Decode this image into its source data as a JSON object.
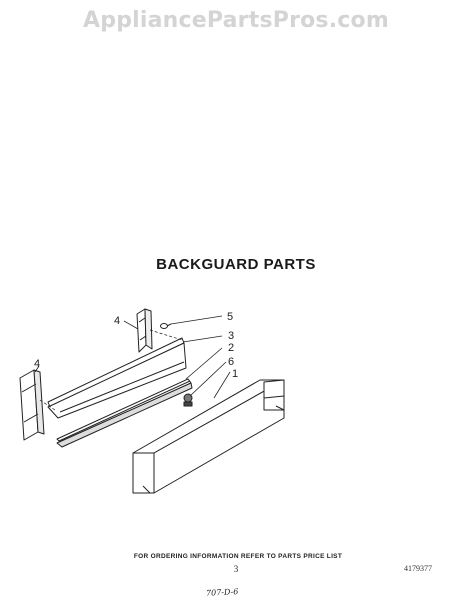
{
  "watermark": "AppliancePartsPros.com",
  "title": "BACKGUARD PARTS",
  "callouts": [
    {
      "id": "c4a",
      "label": "4"
    },
    {
      "id": "c5",
      "label": "5"
    },
    {
      "id": "c3",
      "label": "3"
    },
    {
      "id": "c2",
      "label": "2"
    },
    {
      "id": "c6",
      "label": "6"
    },
    {
      "id": "c1",
      "label": "1"
    },
    {
      "id": "c4b",
      "label": "4"
    }
  ],
  "footer": {
    "ordering_info": "FOR ORDERING INFORMATION REFER TO PARTS PRICE LIST",
    "page_number": "3",
    "document_number": "4179377",
    "handwritten_note": "707-D-6"
  }
}
